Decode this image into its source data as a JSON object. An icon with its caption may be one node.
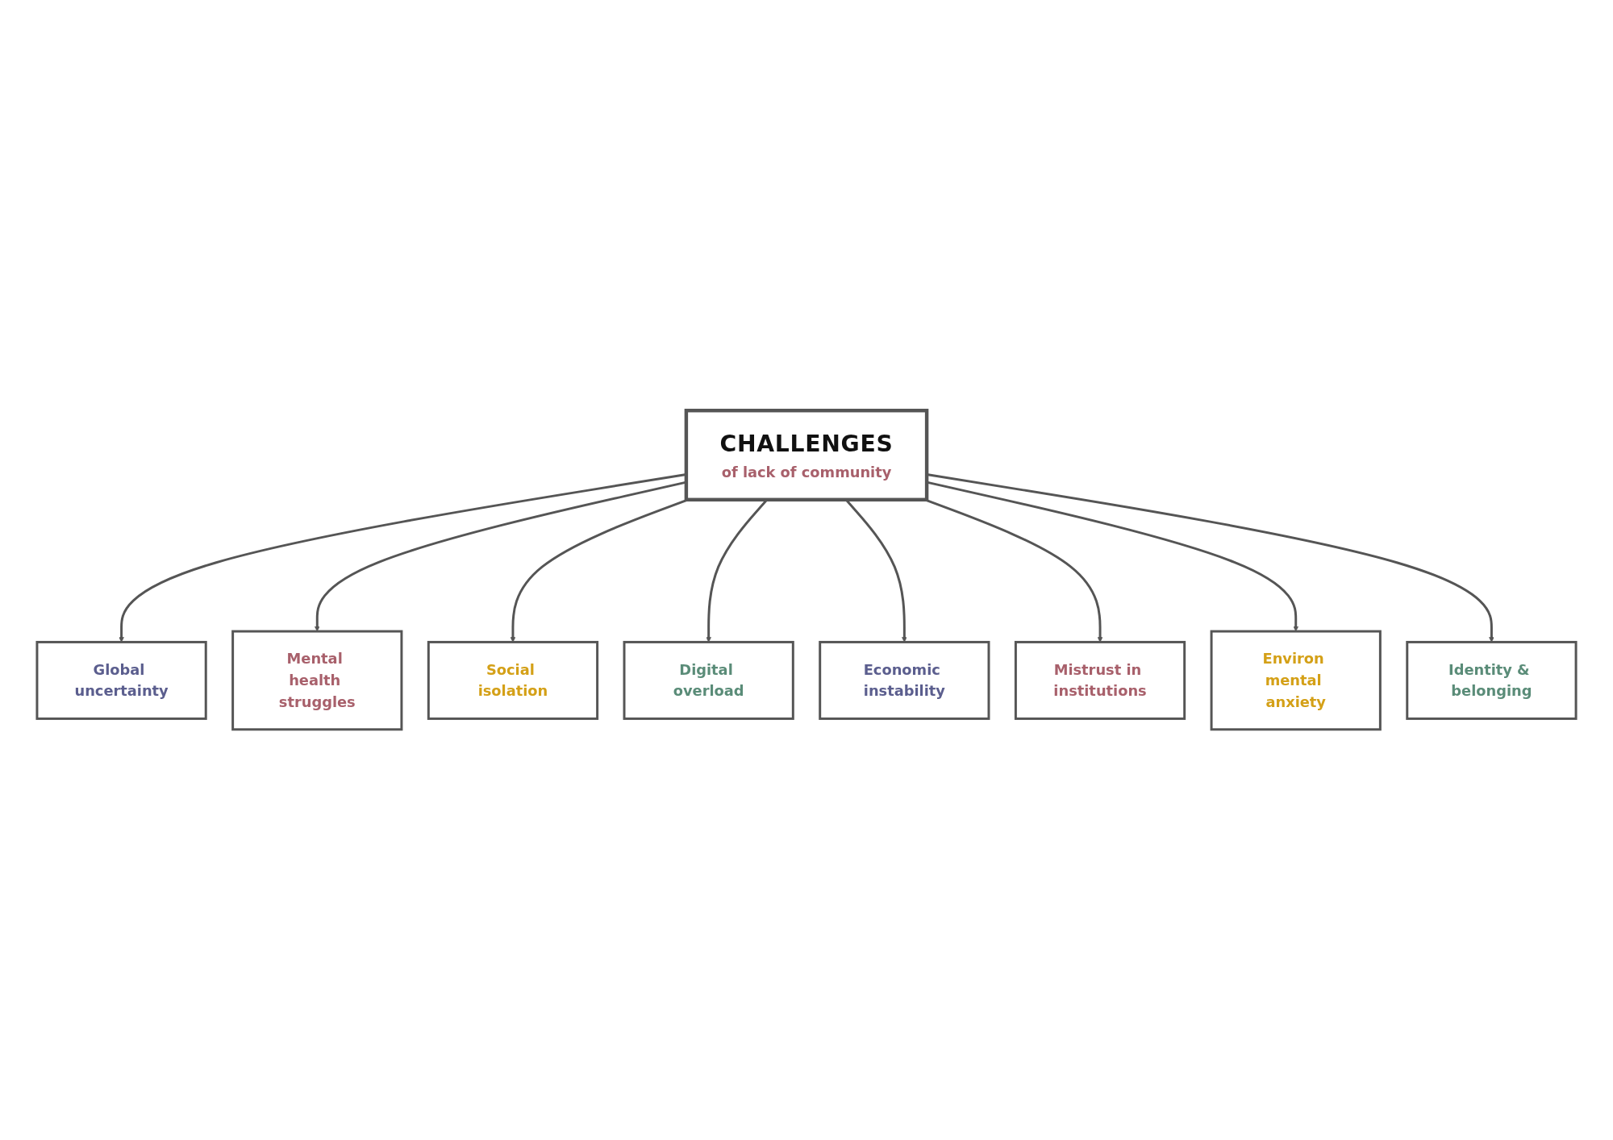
{
  "diagram": {
    "nodes": [
      {
        "text": [
          "CHALLENGES",
          "of lack of community"
        ]
      },
      {
        "text": [
          "Global uncertainty"
        ]
      },
      {
        "text": [
          "Mental health struggles"
        ]
      },
      {
        "text": [
          "Social isolation"
        ]
      },
      {
        "text": [
          "Digital overload"
        ]
      },
      {
        "text": [
          "Economic instability"
        ]
      },
      {
        "text": [
          "Mistrust in institutions"
        ]
      },
      {
        "text": [
          "Environ mental anxiety"
        ]
      },
      {
        "text": [
          "Identity & belonging"
        ]
      }
    ],
    "edges": [
      {
        "from": 0,
        "to": 1,
        "arrow": "to"
      },
      {
        "from": 0,
        "to": 2,
        "arrow": "to"
      },
      {
        "from": 0,
        "to": 3,
        "arrow": "to"
      },
      {
        "from": 0,
        "to": 4,
        "arrow": "to"
      },
      {
        "from": 0,
        "to": 5,
        "arrow": "to"
      },
      {
        "from": 0,
        "to": 6,
        "arrow": "to"
      },
      {
        "from": 0,
        "to": 7,
        "arrow": "to"
      },
      {
        "from": 0,
        "to": 8,
        "arrow": "to"
      }
    ]
  }
}
